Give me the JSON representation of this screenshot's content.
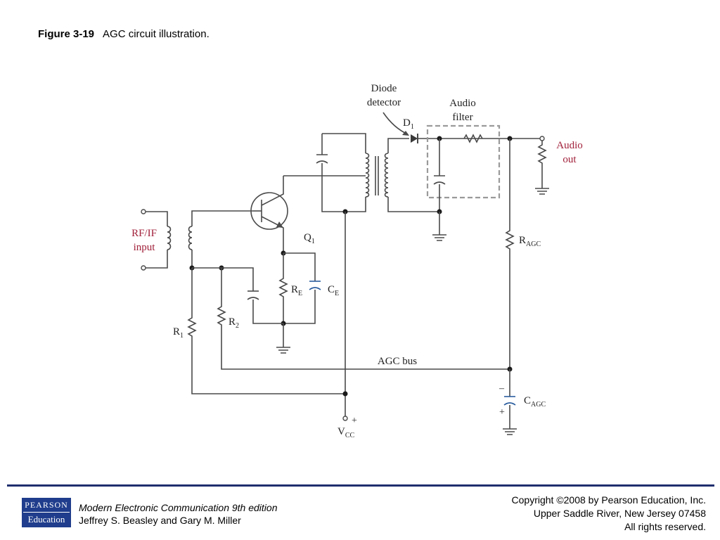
{
  "figure": {
    "number": "Figure 3-19",
    "caption": "AGC circuit illustration."
  },
  "diagram": {
    "colors": {
      "wire": "#4a4a4a",
      "accent_label": "#a1203a",
      "filter_box": "#9a9a9a",
      "component_blue": "#2a5d9f"
    },
    "labels": {
      "diode_detector_1": "Diode",
      "diode_detector_2": "detector",
      "audio_filter_1": "Audio",
      "audio_filter_2": "filter",
      "d1": "D",
      "d1_sub": "1",
      "audio_out_1": "Audio",
      "audio_out_2": "out",
      "rf_if_1": "RF/IF",
      "rf_if_2": "input",
      "q1": "Q",
      "q1_sub": "1",
      "re": "R",
      "re_sub": "E",
      "ce": "C",
      "ce_sub": "E",
      "r1": "R",
      "r1_sub": "1",
      "r2": "R",
      "r2_sub": "2",
      "ragc": "R",
      "ragc_sub": "AGC",
      "agc_bus": "AGC bus",
      "cagc": "C",
      "cagc_sub": "AGC",
      "cagc_minus": "–",
      "cagc_plus": "+",
      "vcc": "V",
      "vcc_sub": "CC",
      "vcc_plus": "+"
    }
  },
  "footer": {
    "logo_line1": "PEARSON",
    "logo_line2": "Education",
    "book_title": "Modern Electronic Communication 9th edition",
    "authors": "Jeffrey S. Beasley and Gary M. Miller",
    "copyright_1": "Copyright ©2008 by Pearson Education, Inc.",
    "copyright_2": "Upper Saddle River, New Jersey 07458",
    "copyright_3": "All rights reserved."
  }
}
